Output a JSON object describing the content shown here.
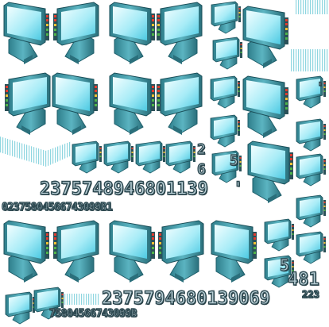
{
  "palette": {
    "screen_light": "#e8fbff",
    "screen_dark": "#5fd6ec",
    "frame": "#3f98a6",
    "frame_dark": "#1f5f6b",
    "led_red": "#e23b2e",
    "led_yellow": "#f1c232",
    "led_green": "#4fb54a",
    "stripe": "#8fd6e0"
  },
  "digit_strings": {
    "row_a_large": "2375748946801139",
    "row_a_small": "02375804566743099B1",
    "row_b_large": "2375794680139069",
    "row_b_small": "75804566743099B",
    "stack_a_top": "2",
    "stack_a_bottom": "6",
    "stack_a_side": "5",
    "stack_b_side": "5",
    "stack_b_big": "481",
    "stack_b_small": "223",
    "tick_a": "'",
    "tick_b": "'"
  }
}
